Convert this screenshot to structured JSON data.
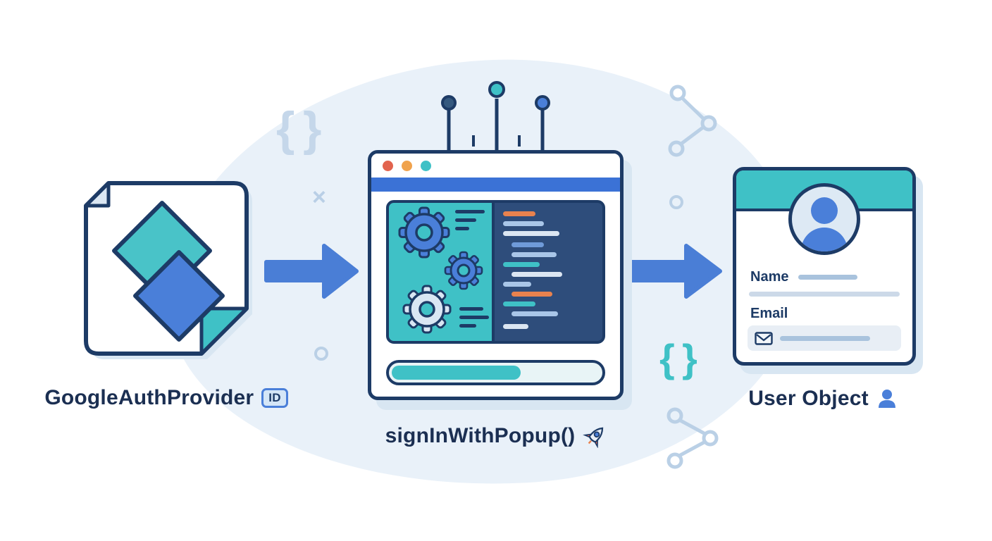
{
  "steps": {
    "provider": {
      "label": "GoogleAuthProvider",
      "badge": "ID"
    },
    "popup": {
      "label": "signInWithPopup()"
    },
    "user": {
      "label": "User Object"
    }
  },
  "card": {
    "name_label": "Name",
    "email_label": "Email"
  },
  "glyphs": {
    "brace_open": "{",
    "brace_close": "}",
    "cross": "×"
  },
  "colors": {
    "navy": "#1d3b66",
    "text": "#1b2f52",
    "blue": "#4a7fd9",
    "teal": "#3fc1c6",
    "orange": "#e8824e",
    "red": "#e2634d",
    "light_blue": "#bad0e6",
    "blob": "#e9f1f9",
    "code_panel": "#2e4d7b",
    "shadow": "#d8e6f2"
  }
}
